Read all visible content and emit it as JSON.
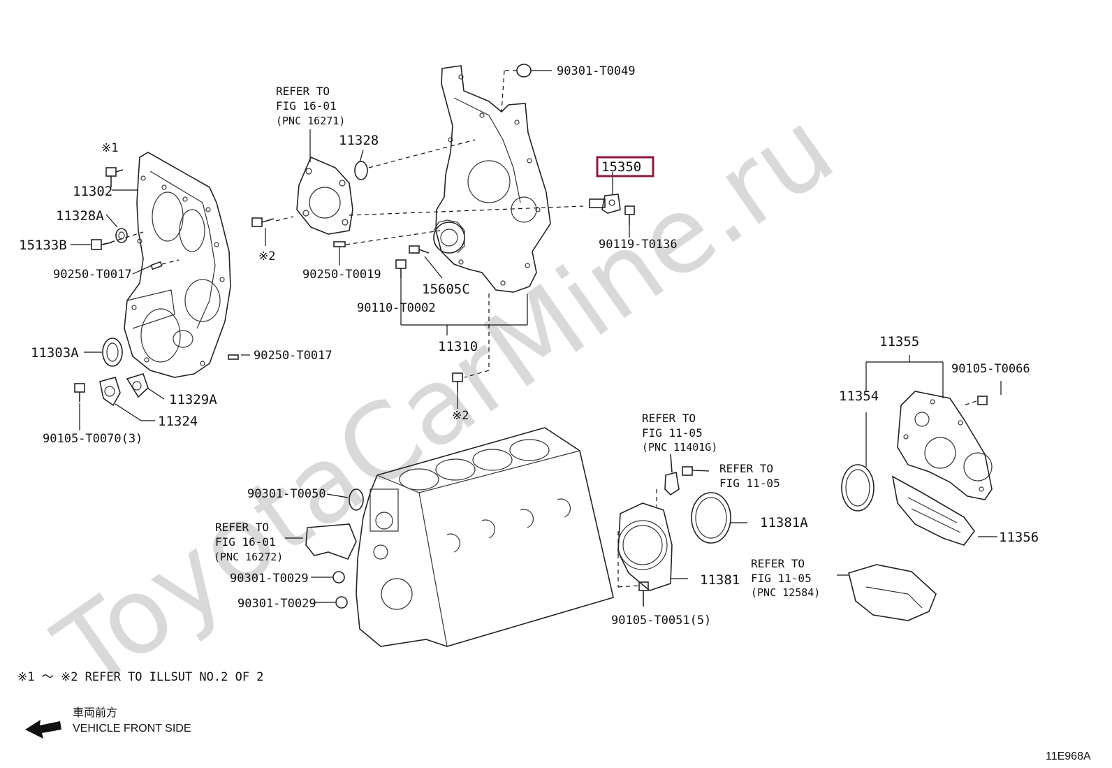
{
  "watermark": "ToyotaCarMine.ru",
  "diagram_code": "11E968A",
  "highlight_color": "#8b1a3a",
  "footnote": "※1 ～ ※2 REFER TO ILLSUT NO.2 OF 2",
  "direction": {
    "jp": "車両前方",
    "en": "VEHICLE FRONT SIDE"
  },
  "callouts": {
    "p11302": "11302",
    "p11328A": "11328A",
    "p15133B": "15133B",
    "p90250_T0017a": "90250-T0017",
    "p90250_T0017b": "90250-T0017",
    "p11303A": "11303A",
    "p11329A": "11329A",
    "p11324": "11324",
    "p90105_T0070": "90105-T0070(3)",
    "ast1_top": "※1",
    "ast2_a": "※2",
    "ast2_b": "※2",
    "p11328": "11328",
    "p90301_T0049": "90301-T0049",
    "p15350": "15350",
    "p90119_T0136": "90119-T0136",
    "p90250_T0019": "90250-T0019",
    "p15605C": "15605C",
    "p90110_T0002": "90110-T0002",
    "p11310": "11310",
    "p11355": "11355",
    "p11354": "11354",
    "p90105_T0066": "90105-T0066",
    "p11356": "11356",
    "p11381A": "11381A",
    "p11381": "11381",
    "p90105_T0051": "90105-T0051(5)",
    "p90301_T0050": "90301-T0050",
    "p90301_T0029a": "90301-T0029",
    "p90301_T0029b": "90301-T0029"
  },
  "refs": {
    "fig16_01a": {
      "l1": "REFER TO",
      "l2": "FIG 16-01",
      "l3": "(PNC 16271)"
    },
    "fig16_01b": {
      "l1": "REFER TO",
      "l2": "FIG 16-01",
      "l3": "(PNC 16272)"
    },
    "fig11_05a": {
      "l1": "REFER TO",
      "l2": "FIG 11-05",
      "l3": "(PNC 11401G)"
    },
    "fig11_05b": {
      "l1": "REFER TO",
      "l2": "FIG 11-05"
    },
    "fig11_05c": {
      "l1": "REFER TO",
      "l2": "FIG 11-05",
      "l3": "(PNC 12584)"
    }
  }
}
